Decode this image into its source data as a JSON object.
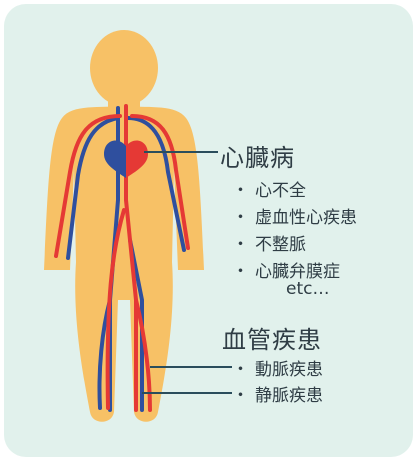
{
  "heart_section": {
    "title": "心臓病",
    "items": [
      "心不全",
      "虚血性心疾患",
      "不整脈",
      "心臓弁膜症"
    ],
    "etc": "etc…"
  },
  "vessel_section": {
    "title": "血管疾患",
    "items": [
      "動脈疾患",
      "静脈疾患"
    ]
  },
  "bullet": "・",
  "colors": {
    "background": "#e1f1ec",
    "body": "#f7c166",
    "artery": "#e53935",
    "vein": "#2f4f9e",
    "leader_line": "#2a4d5c",
    "text": "#2f3d45"
  }
}
